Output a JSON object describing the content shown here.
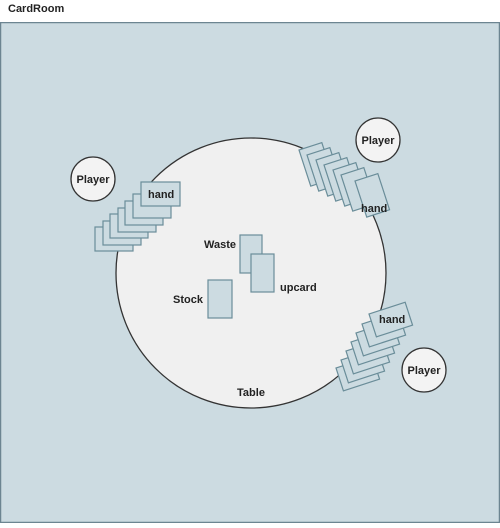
{
  "window": {
    "title": "CardRoom"
  },
  "colors": {
    "room_bg": "#ccdbe1",
    "room_border": "#6c8591",
    "table_fill": "#f0f0f0",
    "outline": "#333333",
    "card_fill": "#ccdbe1",
    "card_stroke": "#6a8d99",
    "player_fill": "#f3f3f3"
  },
  "table": {
    "label": "Table"
  },
  "piles": {
    "waste": "Waste",
    "upcard": "upcard",
    "stock": "Stock"
  },
  "players": [
    {
      "label": "Player",
      "hand_label": "hand"
    },
    {
      "label": "Player",
      "hand_label": "hand"
    },
    {
      "label": "Player",
      "hand_label": "hand"
    }
  ]
}
